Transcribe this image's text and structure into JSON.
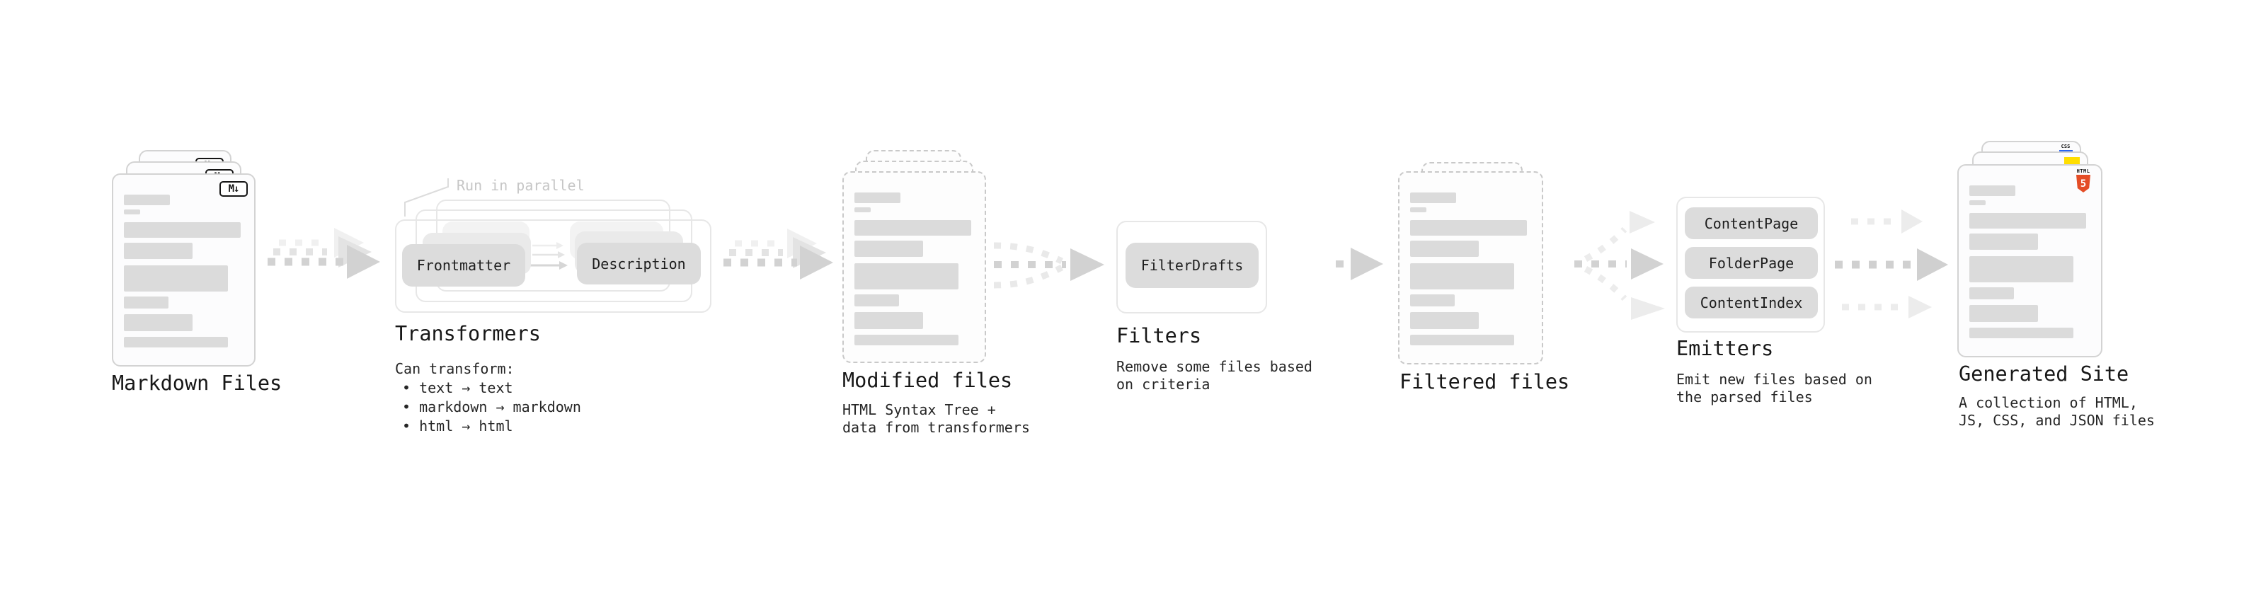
{
  "stages": {
    "markdown_files": {
      "title": "Markdown Files",
      "badge": "M↓"
    },
    "transformers": {
      "title": "Transformers",
      "note": "Run in parallel",
      "pill_frontmatter": "Frontmatter",
      "pill_description": "Description",
      "caption": "Can transform:",
      "bullet_1": "• text → text",
      "bullet_2": "• markdown → markdown",
      "bullet_3": "• html → html"
    },
    "modified_files": {
      "title": "Modified files",
      "caption_line_1": "HTML Syntax Tree +",
      "caption_line_2": "data from transformers"
    },
    "filters": {
      "title": "Filters",
      "pill": "FilterDrafts",
      "caption_line_1": "Remove some files based",
      "caption_line_2": "on criteria"
    },
    "filtered_files": {
      "title": "Filtered files"
    },
    "emitters": {
      "title": "Emitters",
      "pill_1": "ContentPage",
      "pill_2": "FolderPage",
      "pill_3": "ContentIndex",
      "caption_line_1": "Emit new files based on",
      "caption_line_2": "the parsed files"
    },
    "generated_site": {
      "title": "Generated Site",
      "caption_line_1": "A collection of HTML,",
      "caption_line_2": "JS, CSS, and JSON files",
      "badge_html_label": "HTML",
      "badge_html_number": "5",
      "badge_css": "CSS"
    }
  },
  "colors": {
    "html5_orange": "#e44d26",
    "js_yellow": "#ffde00",
    "css_blue": "#2965f1",
    "pill_gray": "#dcdcdc",
    "arrow_gray": "#d2d2d2",
    "arrow_ghost_gray": "#ececec",
    "note_gray": "#c6c6c6"
  }
}
